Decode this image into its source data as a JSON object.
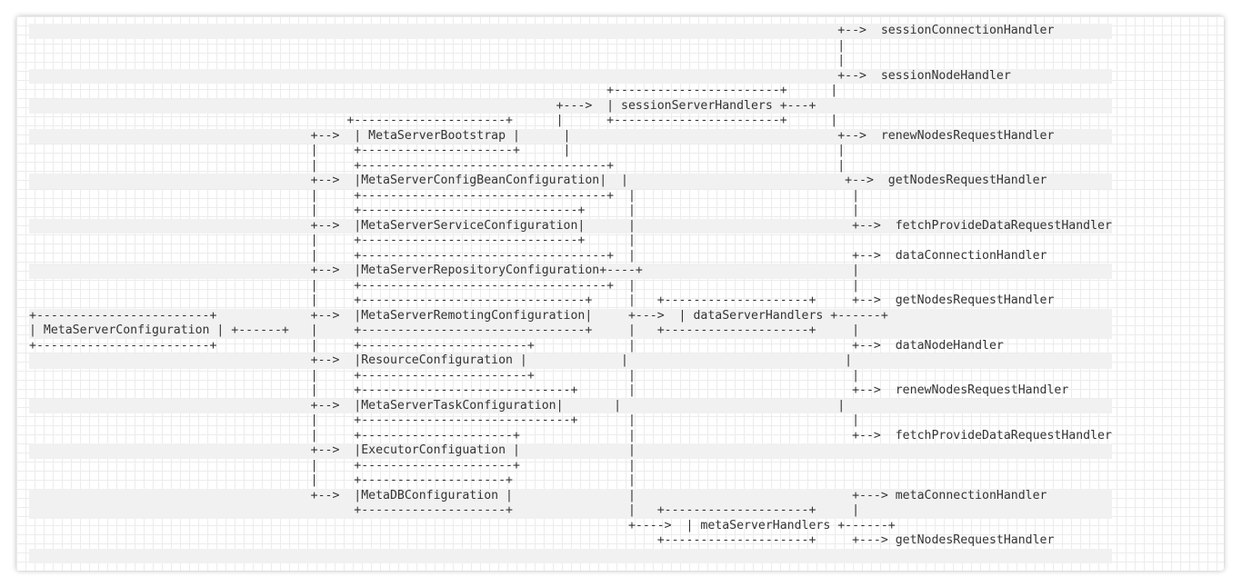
{
  "diagram": {
    "lines": [
      "                                                                                                                +-->  sessionConnectionHandler",
      "                                                                                                                |",
      "                                                                                                                |",
      "                                                                                                                +-->  sessionNodeHandler",
      "                                                                                +-----------------------+       |",
      "                                                                         +--->  | sessionServerHandlers +---+",
      "                                         +---------------------+         |      +-----------------------+       |",
      "                                    +-->  | MetaServerBootstrap |         |                                      +-->  renewNodesRequestHandler",
      "                                    |     +---------------------+         |                                      |",
      "                                    |     +-----------------------------------+     |                                      |",
      "                                    +-->  |MetaServerConfigBeanConfiguration|     |                                      +-->  getNodesRequestHandler",
      "                                    |     +-----------------------------------+     |                                      |",
      "                                    |     +------------------------------+          |                                      |",
      "                                    +-->  |MetaServerServiceConfiguration|          |                                      +-->  fetchProvideDataRequestHandler",
      "                                    |     +------------------------------+          |",
      "                                    |     +---------------------------------+       |",
      "                                    +-->  |MetaServerRepositoryConfiguration+----+",
      "                                    |     +---------------------------------+       |                                      +-->  dataConnectionHandler",
      "                                    |     +-------------------------------+         |                                      |",
      "+--------------------------+        +-->  |MetaServerRemotingConfiguration|         |      +----------------------+        |",
      "| MetaServerConfiguration | +------+     +-------------------------------+         +--->  | dataServerHandlers +------+",
      "+--------------------------+        |     +-----------------------+                 |      +----------------------+        |",
      "                                    +-->  |ResourceConfiguration |                 |                                      +-->  getNodesRequestHandler"
    ],
    "nodes": {
      "root": "MetaServerConfiguration",
      "configs": [
        "MetaServerBootstrap",
        "MetaServerConfigBeanConfiguration",
        "MetaServerServiceConfiguration",
        "MetaServerRepositoryConfiguration",
        "MetaServerRemotingConfiguration",
        "ResourceConfiguration",
        "MetaServerTaskConfiguration",
        "ExecutorConfiguation",
        "MetaDBConfiguration"
      ],
      "handler_groups": [
        "sessionServerHandlers",
        "dataServerHandlers",
        "metaServerHandlers"
      ],
      "session_handlers": [
        "sessionConnectionHandler",
        "sessionNodeHandler",
        "renewNodesRequestHandler",
        "getNodesRequestHandler",
        "fetchProvideDataRequestHandler"
      ],
      "data_handlers": [
        "dataConnectionHandler",
        "getNodesRequestHandler",
        "dataNodeHandler",
        "renewNodesRequestHandler",
        "fetchProvideDataRequestHandler"
      ],
      "meta_handlers": [
        "metaConnectionHandler",
        "getNodesRequestHandler"
      ]
    },
    "text": [
      "                                                                                                                +-->  sessionConnectionHandler",
      "                                                                                                                |",
      "                                                                                                                |",
      "                                                                                                                +-->  sessionNodeHandler",
      "                                                                                +-----------------------+       |",
      "                                                                         +--->  | sessionServerHandlers +---+",
      "                                         +---------------------+         |      +-----------------------+       |",
      "                                    +-->  | MetaServerBootstrap |         |                                      +-->  renewNodesRequestHandler",
      "                                    |     +---------------------+         |                                      |",
      "                                    |     +----------------------------------+       |                                      |",
      "                                    +-->  |MetaServerConfigBeanConfiguration|       |                                      +-->  getNodesRequestHandler",
      "                                    |     +----------------------------------+       |                                      |",
      "                                    |     +------------------------------+           |                                      |",
      "                                    +-->  |MetaServerServiceConfiguration|           |                                      +-->  fetchProvideDataRequestHandler",
      "                                    |     +------------------------------+           |",
      "                                    |     +----------------------------------+       |",
      "                                    +-->  |MetaServerRepositoryConfiguration+----+",
      "                                    |     +----------------------------------+       |                                      +-->  dataConnectionHandler",
      "                                    |     +-------------------------------+          |                                      |",
      "+--------------------------+        +-->  |MetaServerRemotingConfiguration|          |      +----------------------+        |",
      "| MetaServerConfiguration | +------+     +-------------------------------+          +--->  | dataServerHandlers +------+",
      "+--------------------------+        |     +-----------------------+                  |      +----------------------+        |",
      "                                    +-->  |ResourceConfiguration |                  |                                      +-->  getNodesRequestHandler"
    ]
  }
}
